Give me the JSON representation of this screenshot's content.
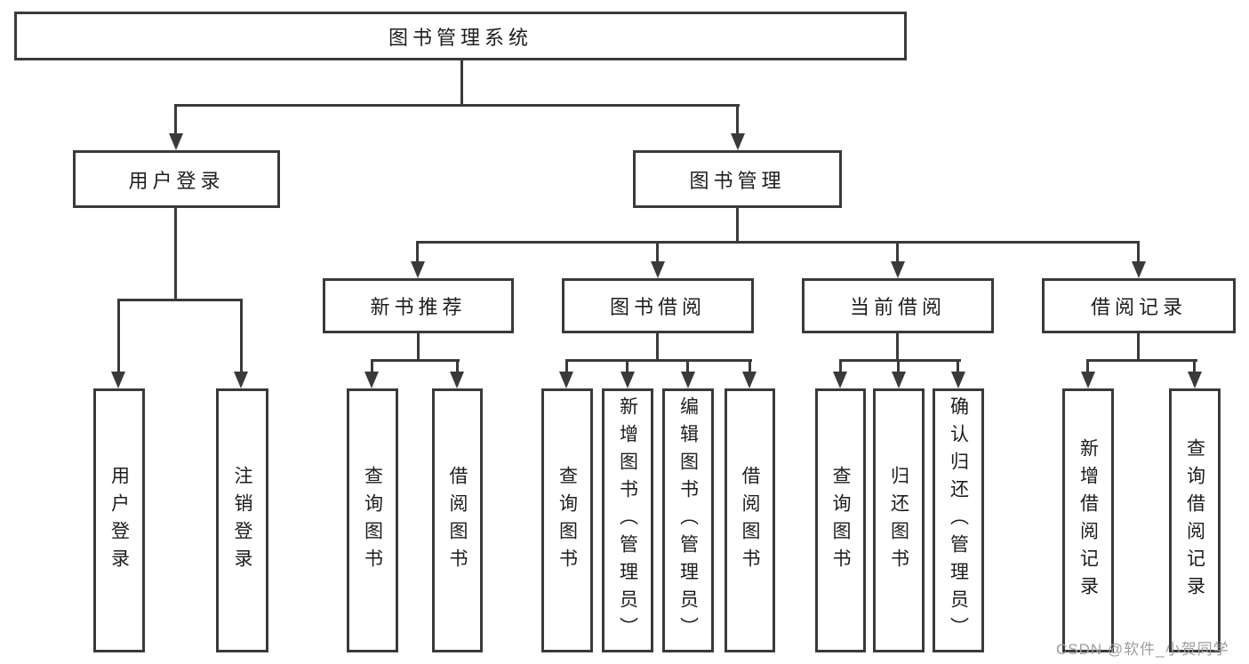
{
  "tree": {
    "label": "图书管理系统",
    "children": [
      {
        "label": "用户登录",
        "children": [
          {
            "label": "用户登录"
          },
          {
            "label": "注销登录"
          }
        ]
      },
      {
        "label": "图书管理",
        "children": [
          {
            "label": "新书推荐",
            "children": [
              {
                "label": "查询图书"
              },
              {
                "label": "借阅图书"
              }
            ]
          },
          {
            "label": "图书借阅",
            "children": [
              {
                "label": "查询图书"
              },
              {
                "label": "新增图书（管理员）"
              },
              {
                "label": "编辑图书（管理员）"
              },
              {
                "label": "借阅图书"
              }
            ]
          },
          {
            "label": "当前借阅",
            "children": [
              {
                "label": "查询图书"
              },
              {
                "label": "归还图书"
              },
              {
                "label": "确认归还（管理员）"
              }
            ]
          },
          {
            "label": "借阅记录",
            "children": [
              {
                "label": "新增借阅记录"
              },
              {
                "label": "查询借阅记录"
              }
            ]
          }
        ]
      }
    ]
  },
  "watermark": {
    "text": "CSDN @软件_小贺同学"
  },
  "colors": {
    "line": "#3a3a3a",
    "text": "#1d1d1d",
    "watermark": "#9e9e9e",
    "background": "#ffffff"
  }
}
